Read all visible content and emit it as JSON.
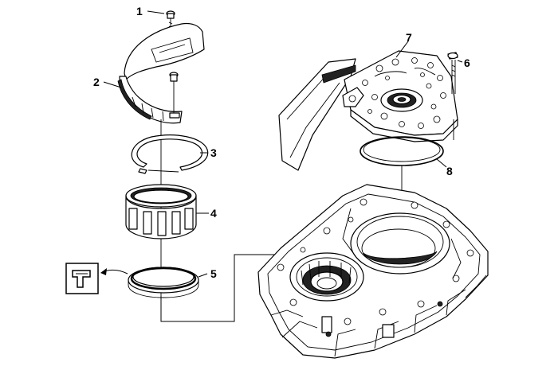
{
  "callouts": {
    "c1": "1",
    "c2": "2",
    "c3": "3",
    "c4": "4",
    "c5": "5",
    "c6": "6",
    "c7": "7",
    "c8": "8"
  },
  "icons": {
    "sealant": "sealant-apply-icon"
  }
}
